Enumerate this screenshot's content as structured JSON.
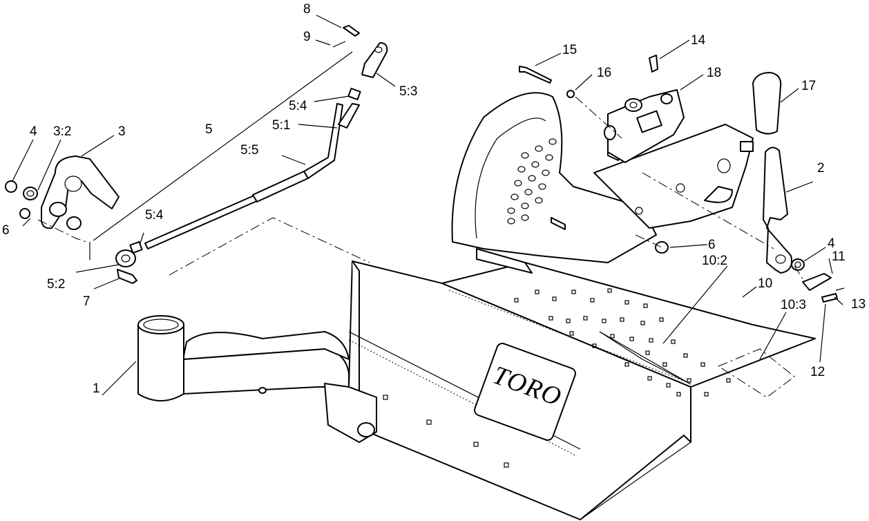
{
  "diagram": {
    "brand_logo_text": "TORO",
    "callouts": {
      "c1": "1",
      "c2": "2",
      "c3": "3",
      "c3_2": "3:2",
      "c4a": "4",
      "c4b": "4",
      "c5": "5",
      "c5_1": "5:1",
      "c5_2": "5:2",
      "c5_3": "5:3",
      "c5_4a": "5:4",
      "c5_4b": "5:4",
      "c5_5": "5:5",
      "c6a": "6",
      "c6b": "6",
      "c7": "7",
      "c8": "8",
      "c9": "9",
      "c10": "10",
      "c10_2": "10:2",
      "c10_3": "10:3",
      "c11": "11",
      "c12": "12",
      "c13": "13",
      "c14": "14",
      "c15": "15",
      "c16": "16",
      "c17": "17",
      "c18": "18"
    }
  }
}
